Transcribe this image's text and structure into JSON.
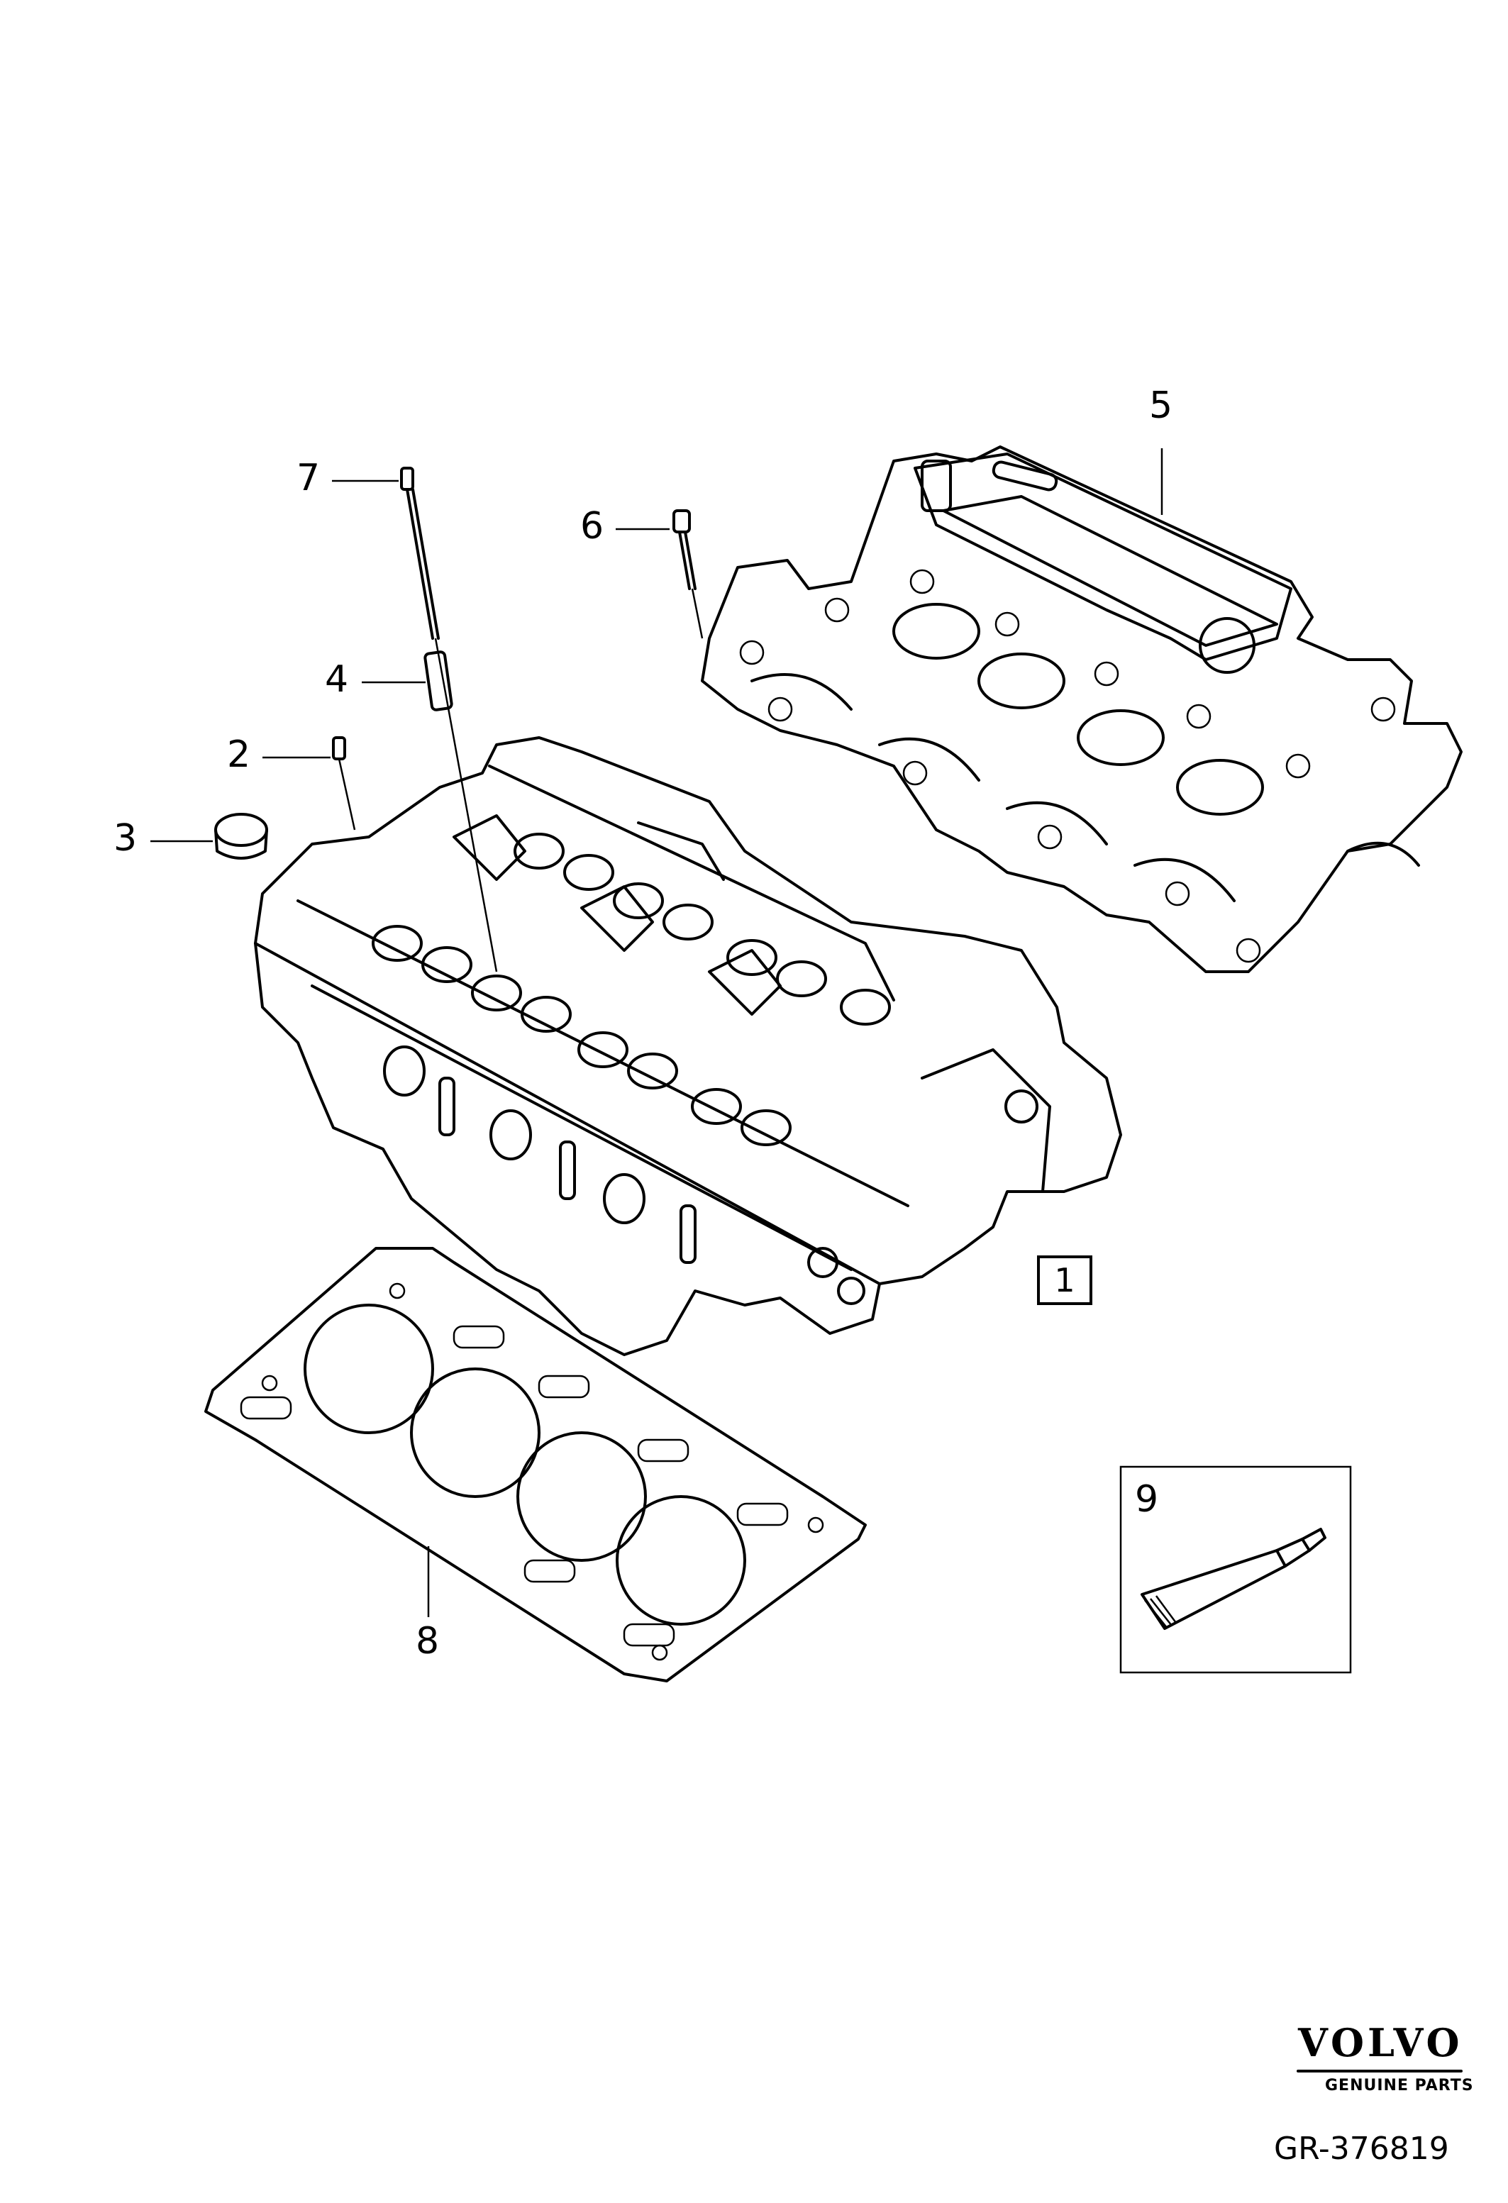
{
  "callouts": {
    "c1": "1",
    "c2": "2",
    "c3": "3",
    "c4": "4",
    "c5": "5",
    "c6": "6",
    "c7": "7",
    "c8": "8",
    "c9": "9"
  },
  "brand": {
    "name": "VOLVO",
    "tagline": "GENUINE PARTS"
  },
  "reference": "GR-376819"
}
